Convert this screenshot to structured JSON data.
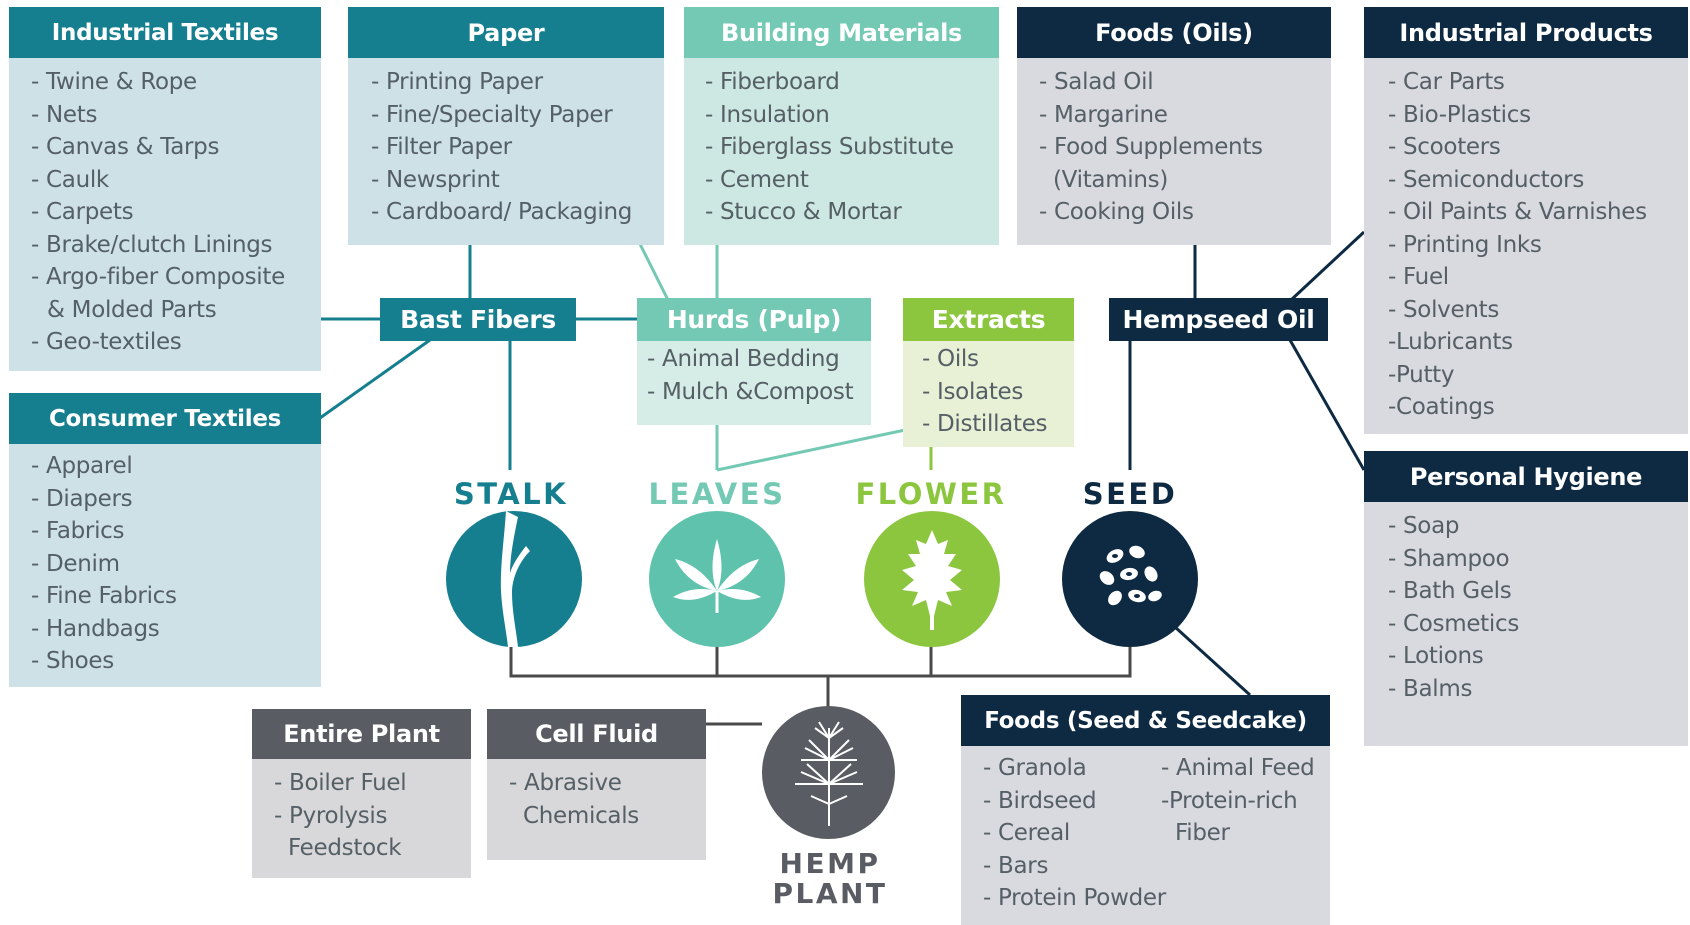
{
  "colors": {
    "teal_dark": "#167f8f",
    "teal_mid": "#5ec2ad",
    "teal_light": "#74c9b4",
    "green": "#8cc63f",
    "navy": "#0d2a42",
    "grey_dark": "#5a5c63",
    "body_teal": "#cde1e6",
    "body_green": "#e8f0d6",
    "body_lavender": "#d9dae0",
    "body_grey": "#d8d8da",
    "line": "#3c4a55"
  },
  "categories": {
    "industrial_textiles": {
      "title": "Industrial Textiles",
      "items": [
        "- Twine & Rope",
        "- Nets",
        "- Canvas & Tarps",
        "- Caulk",
        "- Carpets",
        "- Brake/clutch Linings",
        "- Argo-fiber Composite",
        "& Molded Parts",
        "- Geo-textiles"
      ]
    },
    "paper": {
      "title": "Paper",
      "items": [
        "- Printing Paper",
        "- Fine/Specialty Paper",
        "- Filter Paper",
        "- Newsprint",
        "- Cardboard/ Packaging"
      ]
    },
    "building_materials": {
      "title": "Building Materials",
      "items": [
        "- Fiberboard",
        "- Insulation",
        "- Fiberglass Substitute",
        "- Cement",
        "- Stucco & Mortar"
      ]
    },
    "foods_oils": {
      "title": "Foods (Oils)",
      "items": [
        "- Salad Oil",
        "- Margarine",
        "- Food Supplements",
        "(Vitamins)",
        "- Cooking Oils"
      ]
    },
    "industrial_products": {
      "title": "Industrial Products",
      "items": [
        "- Car Parts",
        "- Bio-Plastics",
        "- Scooters",
        "- Semiconductors",
        "- Oil Paints & Varnishes",
        "- Printing Inks",
        "- Fuel",
        "- Solvents",
        "-Lubricants",
        "-Putty",
        "-Coatings"
      ]
    },
    "consumer_textiles": {
      "title": "Consumer Textiles",
      "items": [
        "- Apparel",
        "- Diapers",
        "- Fabrics",
        "- Denim",
        "- Fine Fabrics",
        "- Handbags",
        "- Shoes"
      ]
    },
    "personal_hygiene": {
      "title": "Personal Hygiene",
      "items": [
        "- Soap",
        "- Shampoo",
        "- Bath Gels",
        "- Cosmetics",
        "- Lotions",
        "- Balms"
      ]
    },
    "entire_plant": {
      "title": "Entire Plant",
      "items": [
        "- Boiler Fuel",
        "- Pyrolysis",
        "Feedstock"
      ]
    },
    "cell_fluid": {
      "title": "Cell Fluid",
      "items": [
        "- Abrasive",
        "Chemicals"
      ]
    },
    "foods_seed": {
      "title": "Foods (Seed & Seedcake)",
      "col1": [
        "- Granola",
        "- Birdseed",
        "- Cereal",
        "- Bars",
        "- Protein Powder"
      ],
      "col2": [
        "- Animal Feed",
        "-Protein-rich",
        "Fiber"
      ]
    }
  },
  "hubs": {
    "bast_fibers": {
      "title": "Bast Fibers"
    },
    "hurds": {
      "title": "Hurds (Pulp)",
      "items": [
        "- Animal Bedding",
        "- Mulch &Compost"
      ]
    },
    "extracts": {
      "title": "Extracts",
      "items": [
        "- Oils",
        "- Isolates",
        "- Distillates"
      ]
    },
    "hempseed_oil": {
      "title": "Hempseed Oil"
    }
  },
  "plant_parts": {
    "stalk": {
      "label": "STALK",
      "icon": "stalk-icon"
    },
    "leaves": {
      "label": "LEAVES",
      "icon": "cannabis-leaf-icon"
    },
    "flower": {
      "label": "FLOWER",
      "icon": "flower-bud-icon"
    },
    "seed": {
      "label": "SEED",
      "icon": "seeds-icon"
    }
  },
  "hemp_plant": {
    "label_line1": "HEMP",
    "label_line2": "PLANT",
    "icon": "hemp-plant-icon"
  }
}
